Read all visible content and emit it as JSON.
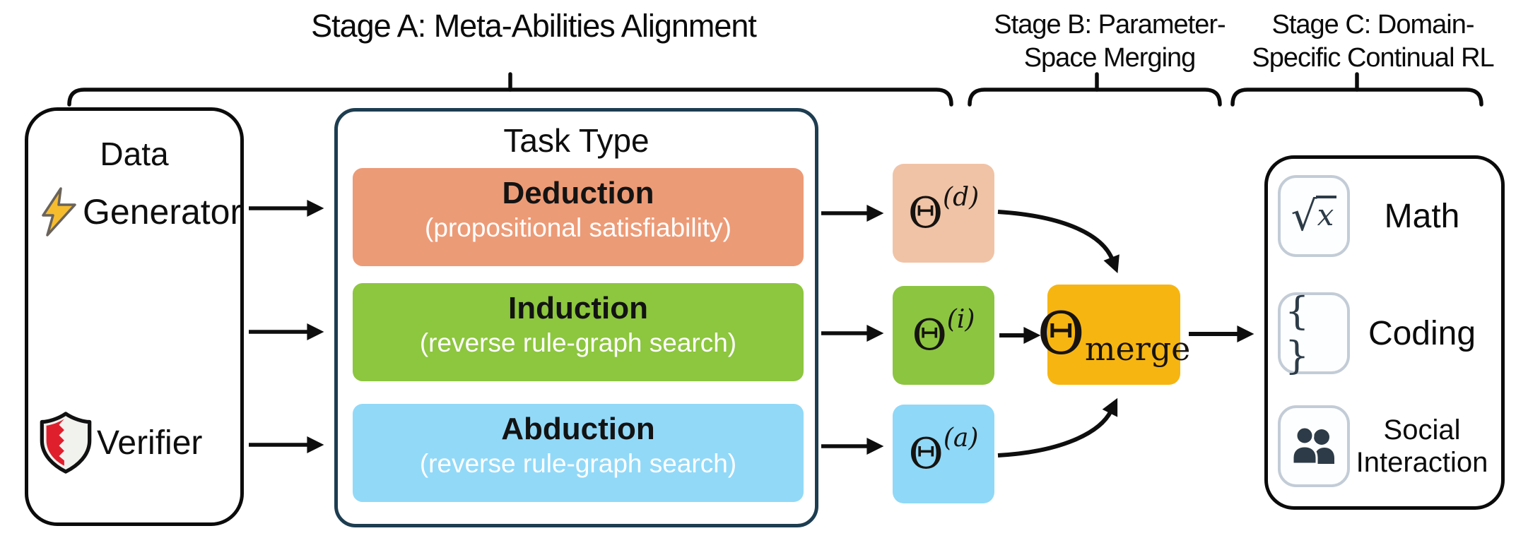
{
  "stage_a": {
    "title": "Stage A: Meta-Abilities Alignment"
  },
  "stage_b": {
    "line1": "Stage B: Parameter-",
    "line2": "Space  Merging"
  },
  "stage_c": {
    "line1": "Stage C: Domain-",
    "line2": "Specific Continual RL"
  },
  "data_pipeline": {
    "title": "Data",
    "generator_label": "Generator",
    "verifier_label": "Verifier",
    "generator_icon": "lightning-bolt",
    "verifier_icon": "shield",
    "cycle": "generator-verifier-loop"
  },
  "task_type": {
    "title": "Task Type",
    "tasks": [
      {
        "name": "Deduction",
        "subtitle": "(propositional satisfiability)",
        "color": "#ec9b77"
      },
      {
        "name": "Induction",
        "subtitle": "(reverse rule-graph search)",
        "color": "#8dc63f"
      },
      {
        "name": "Abduction",
        "subtitle": "(reverse rule-graph search)",
        "color": "#92d9f8"
      }
    ]
  },
  "theta_boxes": [
    {
      "symbol": "Θ",
      "sup": "(d)",
      "color": "#f0c3a6"
    },
    {
      "symbol": "Θ",
      "sup": "(i)",
      "color": "#8cc540"
    },
    {
      "symbol": "Θ",
      "sup": "(a)",
      "color": "#8fd8f7"
    }
  ],
  "merge_box": {
    "symbol": "Θ",
    "sub": "merge",
    "color": "#f6b511"
  },
  "domains": {
    "math": {
      "label": "Math",
      "icon": "sqrt-x"
    },
    "coding": {
      "label": "Coding",
      "icon": "curly-braces",
      "glyph": "{ }"
    },
    "social": {
      "line1": "Social",
      "line2": "Interaction",
      "icon": "people"
    }
  },
  "palette": {
    "deduction": "#ec9b77",
    "induction": "#8dc63f",
    "abduction": "#92d9f8",
    "theta_d": "#f0c3a6",
    "theta_i": "#8cc540",
    "theta_a": "#8fd8f7",
    "merge": "#f6b511",
    "task_border": "#1d3d50",
    "icon_ink": "#2c3b47",
    "arrow": "#0e0e0e",
    "bolt_yellow": "#f7bc2e",
    "shield_red": "#e01f2d"
  }
}
